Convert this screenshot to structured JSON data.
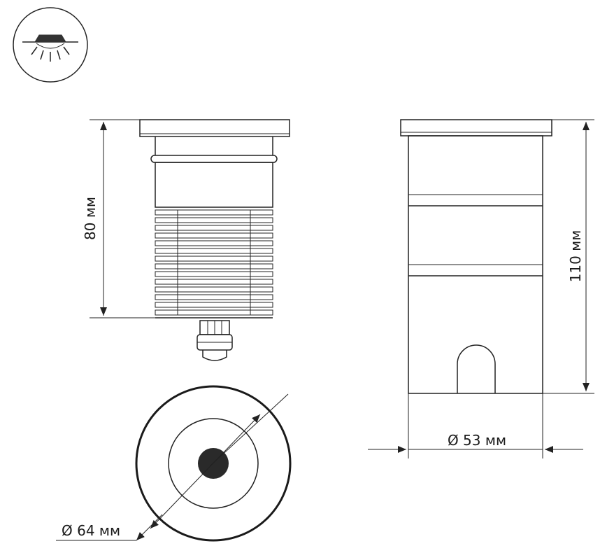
{
  "icon": {
    "name": "recessed-downlight-icon"
  },
  "dimensions": {
    "height_side": "80 мм",
    "height_total": "110 мм",
    "diameter_body": "Ø 53 мм",
    "diameter_flange": "Ø 64 мм"
  },
  "colors": {
    "line": "#222222",
    "background": "#ffffff",
    "lens": "#2a2a2a"
  }
}
